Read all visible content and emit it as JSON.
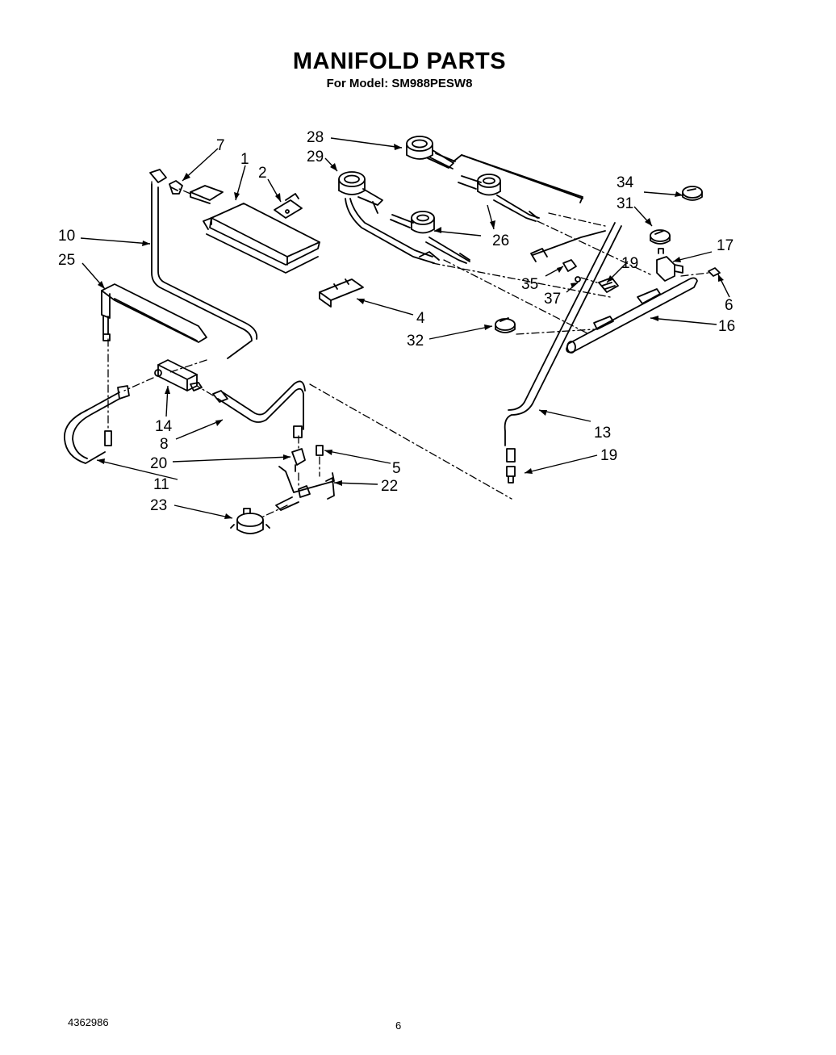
{
  "header": {
    "title": "MANIFOLD PARTS",
    "subtitle": "For Model: SM988PESW8"
  },
  "diagram": {
    "callouts": {
      "c28": "28",
      "c29": "29",
      "c7": "7",
      "c1": "1",
      "c2": "2",
      "c34": "34",
      "c31": "31",
      "c10": "10",
      "c25": "25",
      "c26": "26",
      "c17": "17",
      "c19a": "19",
      "c35": "35",
      "c37": "37",
      "c6": "6",
      "c4": "4",
      "c16": "16",
      "c32": "32",
      "c14": "14",
      "c13": "13",
      "c8": "8",
      "c19b": "19",
      "c20": "20",
      "c5": "5",
      "c11": "11",
      "c22": "22",
      "c23": "23"
    }
  },
  "footer": {
    "doc_number": "4362986",
    "page_number": "6"
  }
}
